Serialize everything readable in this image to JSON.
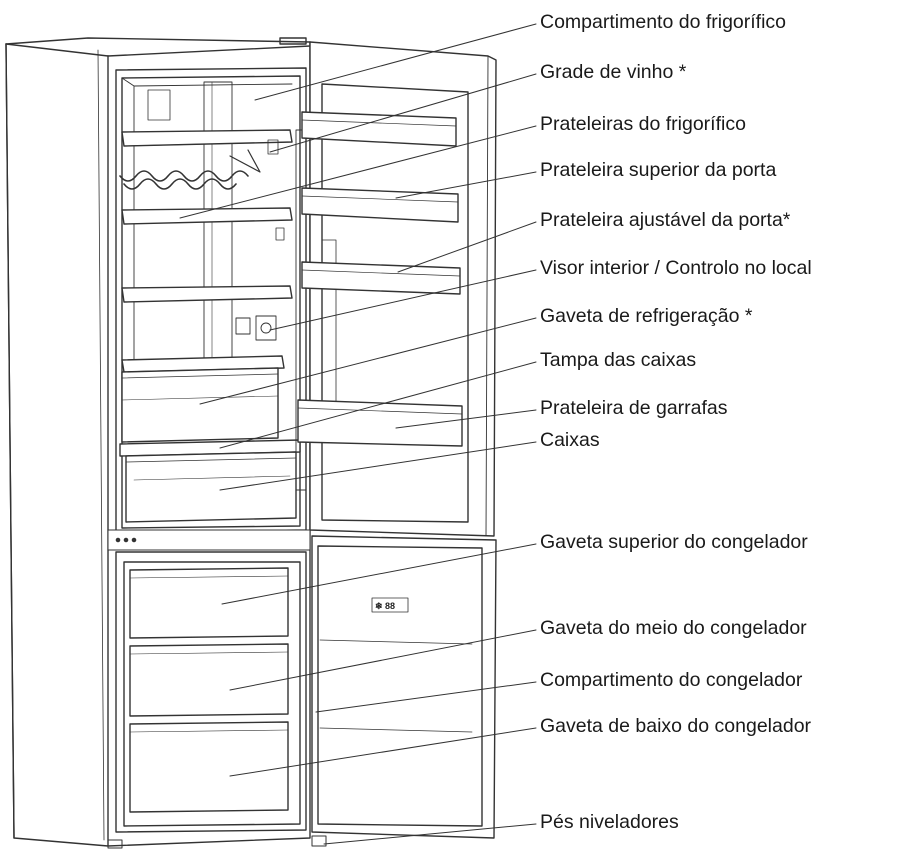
{
  "diagram": {
    "labels": [
      {
        "id": "fridge-compartment",
        "text": "Compartimento do frigorífico"
      },
      {
        "id": "wine-rack",
        "text": "Grade de vinho *"
      },
      {
        "id": "fridge-shelves",
        "text": "Prateleiras do frigorífico"
      },
      {
        "id": "upper-door-shelf",
        "text": "Prateleira superior da porta"
      },
      {
        "id": "adjustable-door-shelf",
        "text": "Prateleira ajustável da porta*"
      },
      {
        "id": "interior-display",
        "text": "Visor interior / Controlo no local"
      },
      {
        "id": "chiller-drawer",
        "text": "Gaveta de refrigeração *"
      },
      {
        "id": "crisper-cover",
        "text": "Tampa das caixas"
      },
      {
        "id": "bottle-shelf",
        "text": "Prateleira de garrafas"
      },
      {
        "id": "crisper-boxes",
        "text": "Caixas"
      },
      {
        "id": "upper-freezer-drawer",
        "text": "Gaveta superior do congelador"
      },
      {
        "id": "middle-freezer-drawer",
        "text": "Gaveta do meio do congelador"
      },
      {
        "id": "freezer-compartment",
        "text": "Compartimento do congelador"
      },
      {
        "id": "lower-freezer-drawer",
        "text": "Gaveta de baixo do congelador"
      },
      {
        "id": "leveling-feet",
        "text": "Pés niveladores"
      }
    ],
    "door_display_text": "❄ 88",
    "line_color": "#333333"
  }
}
